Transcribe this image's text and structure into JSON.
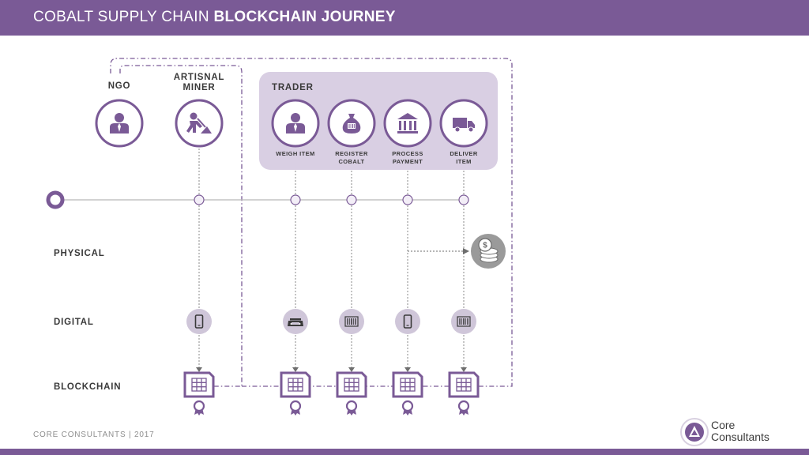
{
  "header": {
    "title_light": "COBALT SUPPLY CHAIN ",
    "title_bold": "BLOCKCHAIN JOURNEY"
  },
  "actors": {
    "ngo": {
      "label": "NGO",
      "icon": "person-icon"
    },
    "miner": {
      "label_line1": "ARTISNAL",
      "label_line2": "MINER",
      "icon": "miner-shovel-icon"
    },
    "trader": {
      "label": "TRADER"
    }
  },
  "trader_steps": [
    {
      "line1": "WEIGH ITEM",
      "line2": "",
      "icon": "person-icon"
    },
    {
      "line1": "REGISTER",
      "line2": "COBALT",
      "icon": "money-bag-icon"
    },
    {
      "line1": "PROCESS",
      "line2": "PAYMENT",
      "icon": "bank-icon"
    },
    {
      "line1": "DELIVER",
      "line2": "ITEM",
      "icon": "truck-icon"
    }
  ],
  "layers": {
    "physical": "PHYSICAL",
    "digital": "DIGITAL",
    "blockchain": "BLOCKCHAIN"
  },
  "digital_icons": [
    "phone-icon",
    "scale-icon",
    "barcode-icon",
    "phone-icon",
    "barcode-icon"
  ],
  "footer": {
    "text": "CORE CONSULTANTS  | 2017"
  },
  "logo": {
    "line1": "Core",
    "line2": "Consultants"
  },
  "colors": {
    "purple": "#7a5a96",
    "light_purple": "#d9cfe3",
    "node_fill": "#f1ebf6",
    "digital_circle": "#cfc6d9",
    "gray_coin": "#9a9a9a"
  }
}
